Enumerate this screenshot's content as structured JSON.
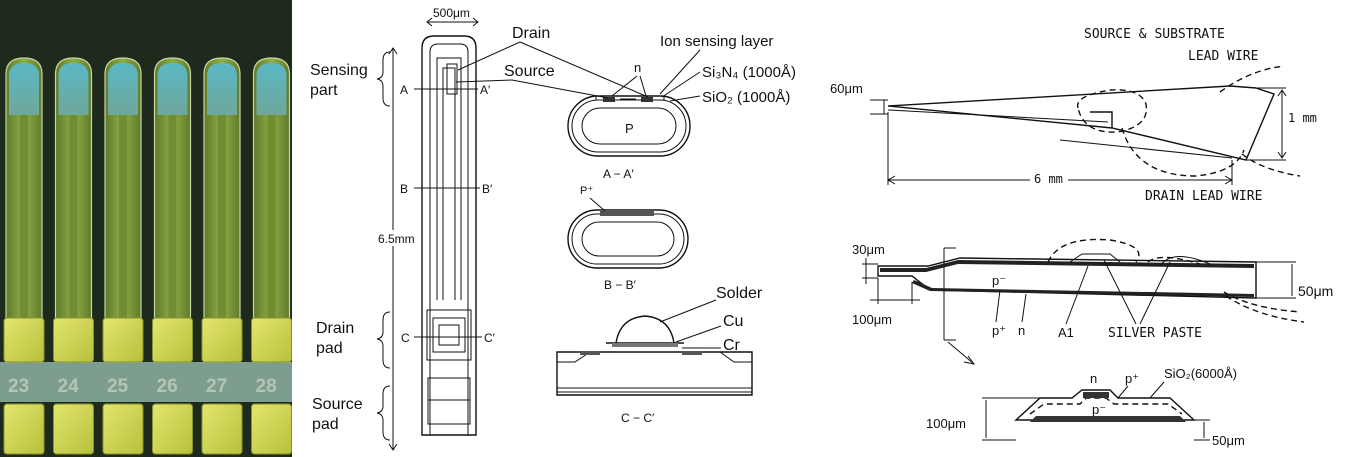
{
  "photo": {
    "probe_numbers": [
      "23",
      "24",
      "25",
      "26",
      "27",
      "28"
    ],
    "colors": {
      "background": "#1f2a1c",
      "shaft": "#7f9a3d",
      "tip": "#4fb0b6",
      "pad": "#cfd85a",
      "band": "#7b9e8e"
    }
  },
  "layout_drawing": {
    "width_dim": "500μm",
    "length_dim": "6.5mm",
    "regions": {
      "sensing_part_1": "Sensing",
      "sensing_part_2": "part",
      "drain_pad_1": "Drain",
      "drain_pad_2": "pad",
      "source_pad_1": "Source",
      "source_pad_2": "pad"
    },
    "section_marks": {
      "a_left": "A",
      "a_right": "A′",
      "b_left": "B",
      "b_right": "B′",
      "c_left": "C",
      "c_right": "C′"
    }
  },
  "cross_sections": {
    "drain": "Drain",
    "source": "Source",
    "ion_sensing_layer": "Ion sensing layer",
    "n_label": "n",
    "si3n4": "Si₃N₄ (1000Å)",
    "sio2": "SiO₂ (1000Å)",
    "p_label": "P",
    "aa_caption": "A − A′",
    "p_plus": "P⁺",
    "bb_caption": "B − B′",
    "solder": "Solder",
    "cu": "Cu",
    "cr": "Cr",
    "cc_caption": "C − C′"
  },
  "probe_drawing": {
    "source_substrate": "SOURCE & SUBSTRATE",
    "lead_wire": "LEAD WIRE",
    "dim_60um": "60μm",
    "dim_1mm": "1 mm",
    "dim_6mm": "6 mm",
    "drain_lead_wire": "DRAIN LEAD WIRE",
    "dim_30um": "30μm",
    "dim_50um": "50μm",
    "dim_100um": "100μm",
    "p_minus": "p⁻",
    "p_plus": "p⁺",
    "n": "n",
    "al": "A1",
    "silver_paste": "SILVER PASTE",
    "sio2_6000": "SiO₂(6000Å)",
    "detail_n": "n",
    "detail_p_plus": "p⁺",
    "detail_p_minus": "p⁻",
    "detail_100um": "100μm",
    "detail_50um": "50μm"
  }
}
